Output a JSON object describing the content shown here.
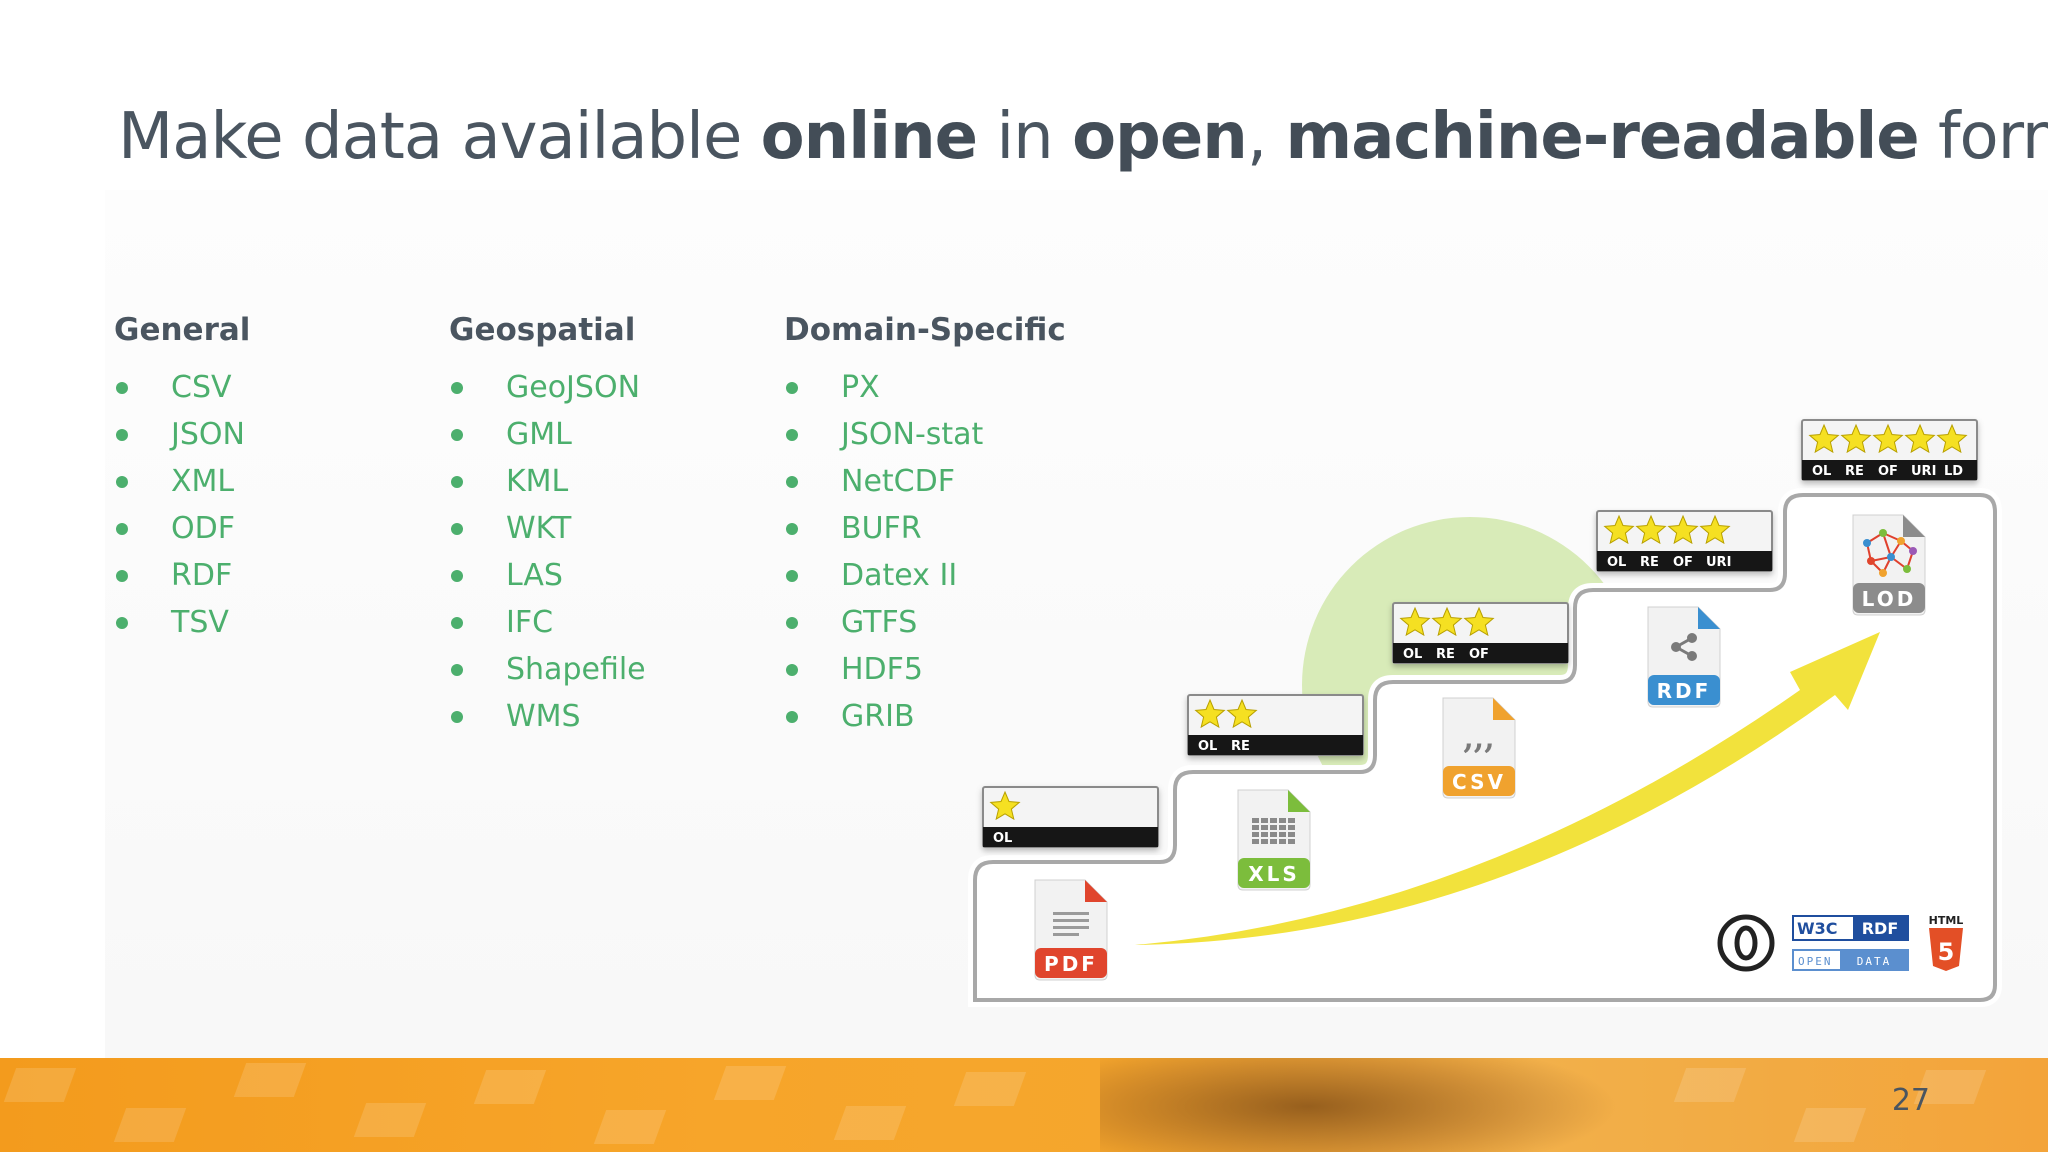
{
  "slide": {
    "title": {
      "part1": "Make data available ",
      "bold1": "online",
      "part2": " in ",
      "bold2": "open",
      "part3": ", ",
      "bold3": "machine-readable",
      "part4": " formats"
    },
    "page_number": "27"
  },
  "columns": [
    {
      "heading": "General",
      "items": [
        "CSV",
        "JSON",
        "XML",
        "ODF",
        "RDF",
        "TSV"
      ]
    },
    {
      "heading": "Geospatial",
      "items": [
        "GeoJSON",
        "GML",
        "KML",
        "WKT",
        "LAS",
        "IFC",
        "Shapefile",
        "WMS"
      ]
    },
    {
      "heading": "Domain-Specific",
      "items": [
        "PX",
        "JSON-stat",
        "NetCDF",
        "BUFR",
        "Datex II",
        "GTFS",
        "HDF5",
        "GRIB"
      ]
    }
  ],
  "staircase": {
    "levels": [
      {
        "stars": 1,
        "tags": [
          "OL"
        ]
      },
      {
        "stars": 2,
        "tags": [
          "OL",
          "RE"
        ]
      },
      {
        "stars": 3,
        "tags": [
          "OL",
          "RE",
          "OF"
        ]
      },
      {
        "stars": 4,
        "tags": [
          "OL",
          "RE",
          "OF",
          "URI"
        ]
      },
      {
        "stars": 5,
        "tags": [
          "OL",
          "RE",
          "OF",
          "URI",
          "LD"
        ]
      }
    ],
    "file_icons": [
      {
        "label": "PDF",
        "color": "#e0452d",
        "icon": "document-lines-icon"
      },
      {
        "label": "XLS",
        "color": "#7cbd3c",
        "icon": "spreadsheet-grid-icon"
      },
      {
        "label": "CSV",
        "color": "#f0a22e",
        "icon": "comma-quote-icon"
      },
      {
        "label": "RDF",
        "color": "#3a8fd0",
        "icon": "share-node-icon"
      },
      {
        "label": "LOD",
        "color": "#8c8c8c",
        "icon": "linked-network-icon"
      }
    ],
    "badges": {
      "w3c": "W3C",
      "rdf": "RDF",
      "open": "OPEN",
      "data": "DATA",
      "html": "HTML",
      "html_digit": "5"
    },
    "colors": {
      "star": "#f5e020",
      "highlight": "#d8ebb8",
      "arrow": "#f2e23c",
      "step_line": "#a8a8a8"
    }
  }
}
